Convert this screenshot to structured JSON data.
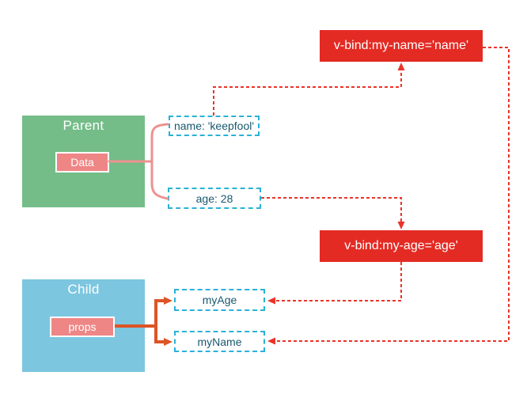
{
  "parent_component": {
    "title": "Parent",
    "data_label": "Data"
  },
  "child_component": {
    "title": "Child",
    "props_label": "props"
  },
  "data_nodes": {
    "name": "name: 'keepfool'",
    "age": "age: 28"
  },
  "prop_nodes": {
    "my_age": "myAge",
    "my_name": "myName"
  },
  "binding_nodes": {
    "vbind_name": "v-bind:my-name='name'",
    "vbind_age": "v-bind:my-age='age'"
  },
  "colors": {
    "parent_fill": "#74bd88",
    "child_fill": "#7cc6df",
    "accent_pink": "#ee8686",
    "brace_pink": "#ef9090",
    "orange": "#dd5426",
    "red": "#e32b24",
    "red_dash": "#ea3329",
    "cyan_border": "#29b2d8",
    "teal_text": "#18586e"
  }
}
